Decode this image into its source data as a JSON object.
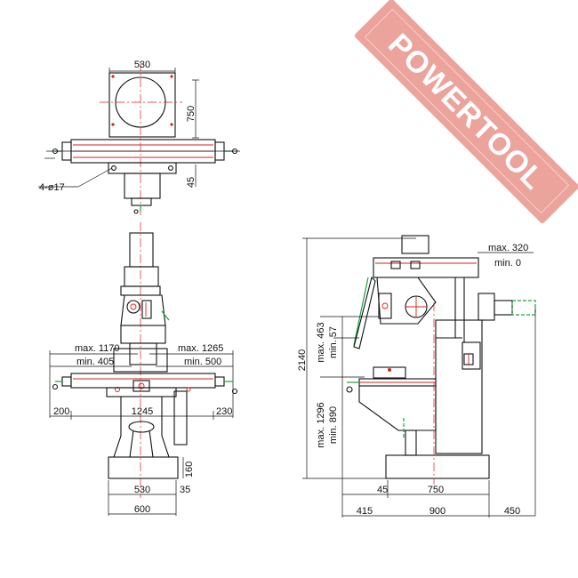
{
  "watermark": {
    "text": "POWERTOOL",
    "color": "#e8938a"
  },
  "colors": {
    "outline": "#111111",
    "centerline": "#d62020",
    "handle": "#1aa043"
  },
  "top_view": {
    "width": "530",
    "depth": "750",
    "offset": "45",
    "holes": "4-ø17"
  },
  "front_view": {
    "max_left": "max. 1170",
    "min_left": "min. 405",
    "max_right": "max. 1265",
    "min_right": "min. 500",
    "table_left": "200",
    "table_len": "1245",
    "table_right": "230",
    "base_height": "160",
    "base_width": "530",
    "base_offset": "35",
    "overall_width": "600"
  },
  "side_view": {
    "ram_max": "max. 320",
    "ram_min": "min. 0",
    "total_height": "2140",
    "spindle_max": "max. 463",
    "spindle_min": "min. 57",
    "knee_max": "max. 1296",
    "knee_min": "min. 890",
    "front_offset": "45",
    "base_depth": "750",
    "left_clear": "415",
    "footprint": "900",
    "right_clear": "450"
  }
}
